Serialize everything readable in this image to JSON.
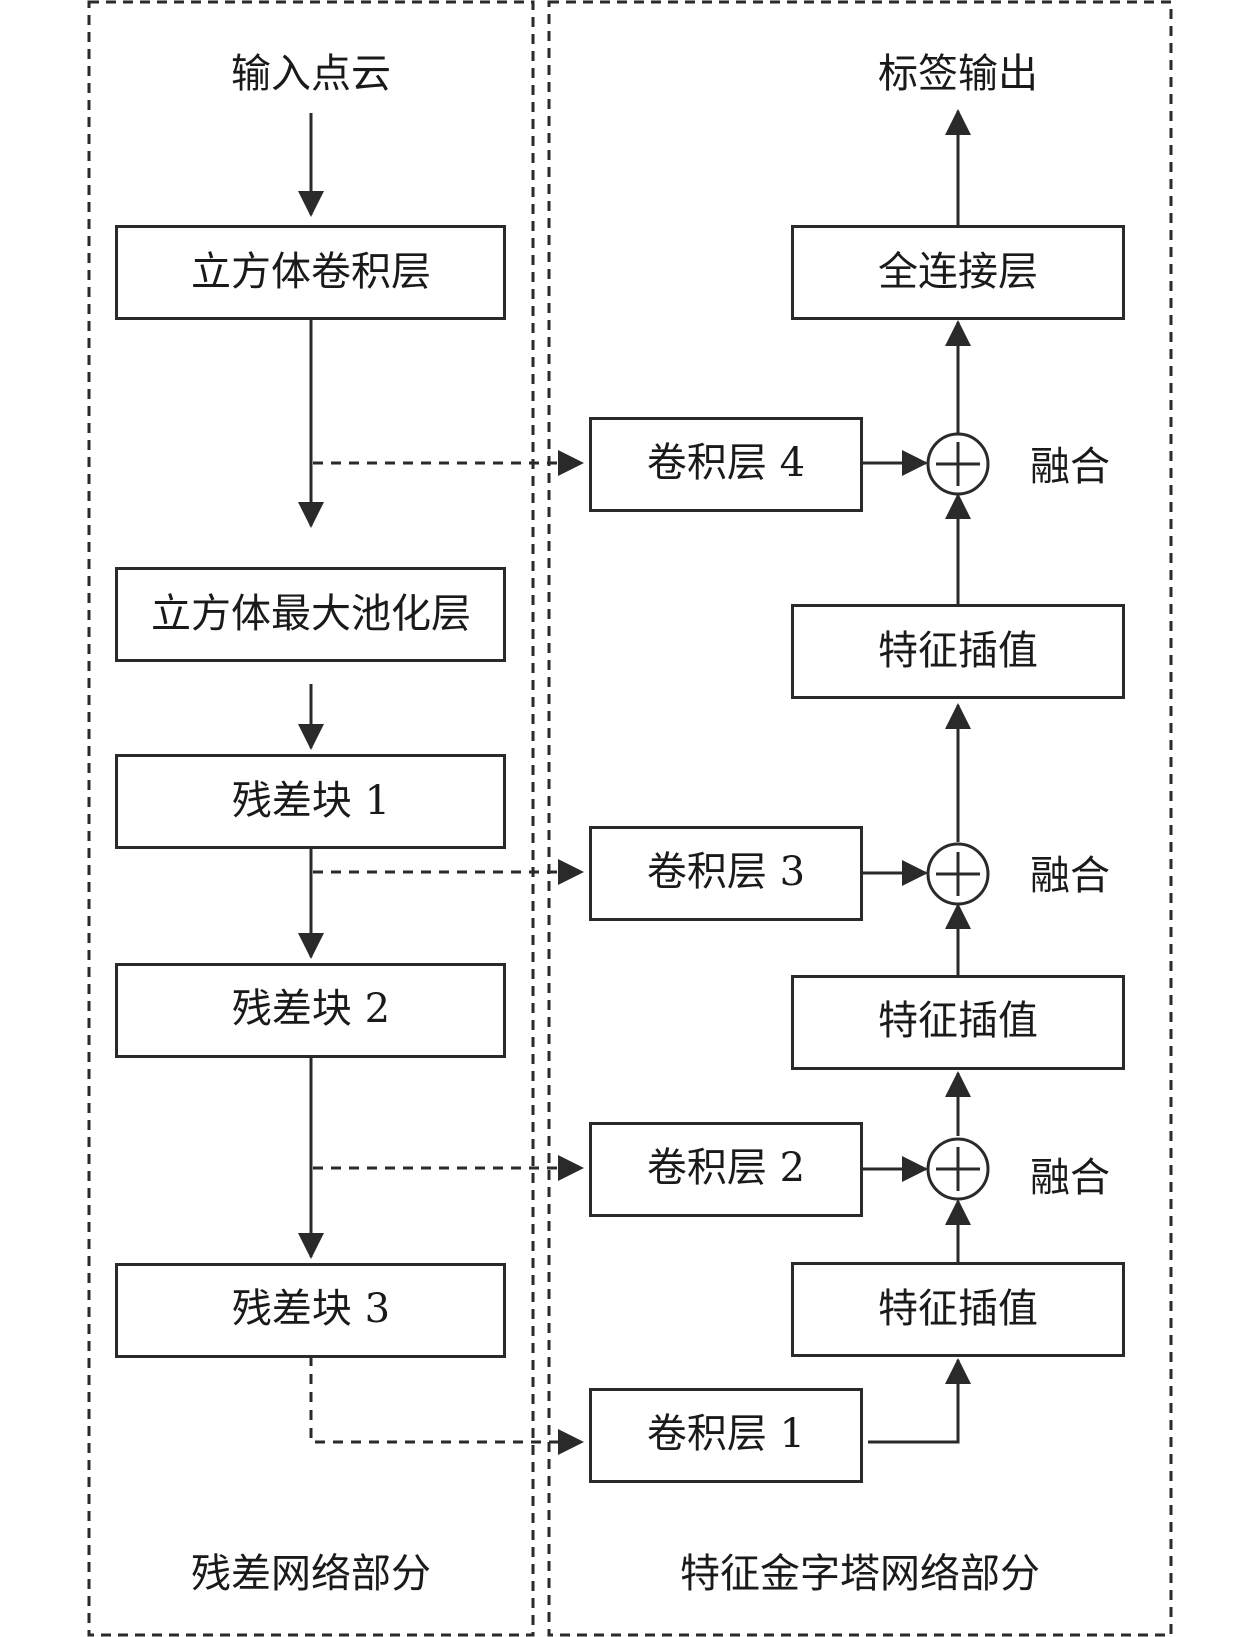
{
  "regions": {
    "left_caption": "残差网络部分",
    "right_caption": "特征金字塔网络部分"
  },
  "left_column": {
    "input": "输入点云",
    "cube_conv": "立方体卷积层",
    "cube_pool": "立方体最大池化层",
    "res1": "残差块 1",
    "res2": "残差块 2",
    "res3": "残差块 3"
  },
  "right_column": {
    "output": "标签输出",
    "fc": "全连接层",
    "conv4": "卷积层 4",
    "conv3": "卷积层 3",
    "conv2": "卷积层 2",
    "conv1": "卷积层 1",
    "interp_top": "特征插值",
    "interp_mid": "特征插值",
    "interp_bottom": "特征插值",
    "fuse_top": "融合",
    "fuse_mid": "融合",
    "fuse_bottom": "融合"
  },
  "colors": {
    "line": "#2a2a2a",
    "background": "#ffffff"
  }
}
